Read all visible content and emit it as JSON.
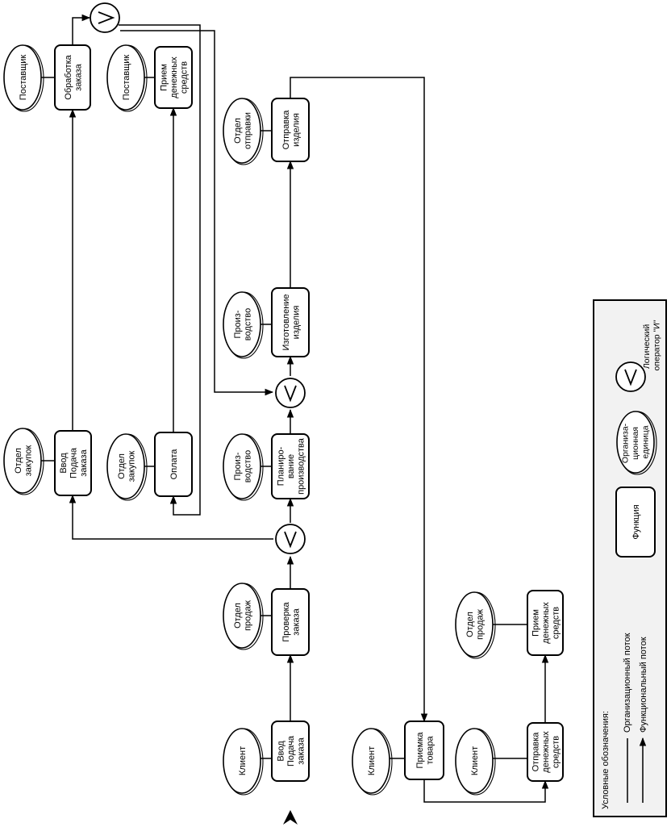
{
  "nodes": {
    "org_client_1": [
      "Клиент"
    ],
    "func_vvod_1": [
      "Ввод",
      "Подача",
      "заказа"
    ],
    "org_sales_1": [
      "Отдел",
      "продаж"
    ],
    "func_check": [
      "Проверка",
      "заказа"
    ],
    "org_purch_1": [
      "Отдел",
      "закупок"
    ],
    "func_vvod_2": [
      "Ввод",
      "Подача",
      "заказа"
    ],
    "org_supplier_1": [
      "Поставщик"
    ],
    "func_process": [
      "Обработка",
      "заказа"
    ],
    "org_purch_2": [
      "Отдел",
      "закупок"
    ],
    "func_pay": [
      "Оплата"
    ],
    "org_supplier_2": [
      "Поставщик"
    ],
    "func_receive_money_1": [
      "Прием",
      "денежных",
      "средств"
    ],
    "org_prod_1": [
      "Произ-",
      "водство"
    ],
    "func_plan": [
      "Планиро-",
      "вание",
      "производства"
    ],
    "org_prod_2": [
      "Произ-",
      "водство"
    ],
    "func_make": [
      "Изготовление",
      "изделия"
    ],
    "org_ship": [
      "Отдел",
      "отправки"
    ],
    "func_ship": [
      "Отправка",
      "изделия"
    ],
    "org_client_2": [
      "Клиент"
    ],
    "func_accept": [
      "Приемка",
      "товара"
    ],
    "org_client_3": [
      "Клиент"
    ],
    "func_send_money": [
      "Отправка",
      "денежных",
      "средств"
    ],
    "org_sales_2": [
      "Отдел",
      "продаж"
    ],
    "func_receive_money_2": [
      "Прием",
      "денежных",
      "средств"
    ]
  },
  "legend": {
    "title": "Условные обозначения:",
    "org_flow": "Организационный поток",
    "func_flow": "Функциональный поток",
    "function": "Функция",
    "org_unit": [
      "Организа-",
      "ционная",
      "единица"
    ],
    "operator": [
      "Логический",
      "оператор \"И\""
    ]
  }
}
